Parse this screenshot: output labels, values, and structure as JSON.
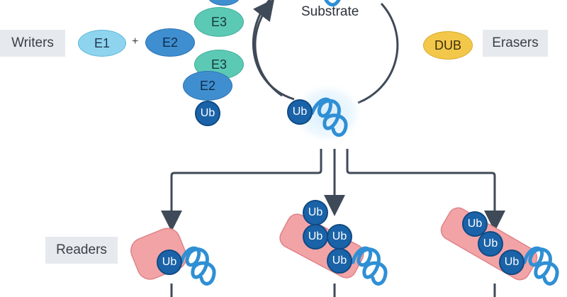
{
  "labels": {
    "writers": "Writers",
    "erasers": "Erasers",
    "readers": "Readers",
    "substrate": "Substrate"
  },
  "proteins": {
    "e1": "E1",
    "plus": "+",
    "e2_top": "E2",
    "e3_top": "E3",
    "e3_mid": "E3",
    "e2_mid": "E2",
    "dub": "DUB"
  },
  "ub": {
    "label": "Ub"
  },
  "colors": {
    "ub_blue": "#1b63a8",
    "e1_light_blue": "#8fd4ee",
    "e2_blue": "#3f8fd0",
    "e3_teal": "#5cc9b5",
    "dub_yellow": "#f3c84a",
    "reader_pink": "#f2a3a6",
    "arrow_gray": "#3f4a58",
    "substrate_chain": "#2f8fd4"
  }
}
